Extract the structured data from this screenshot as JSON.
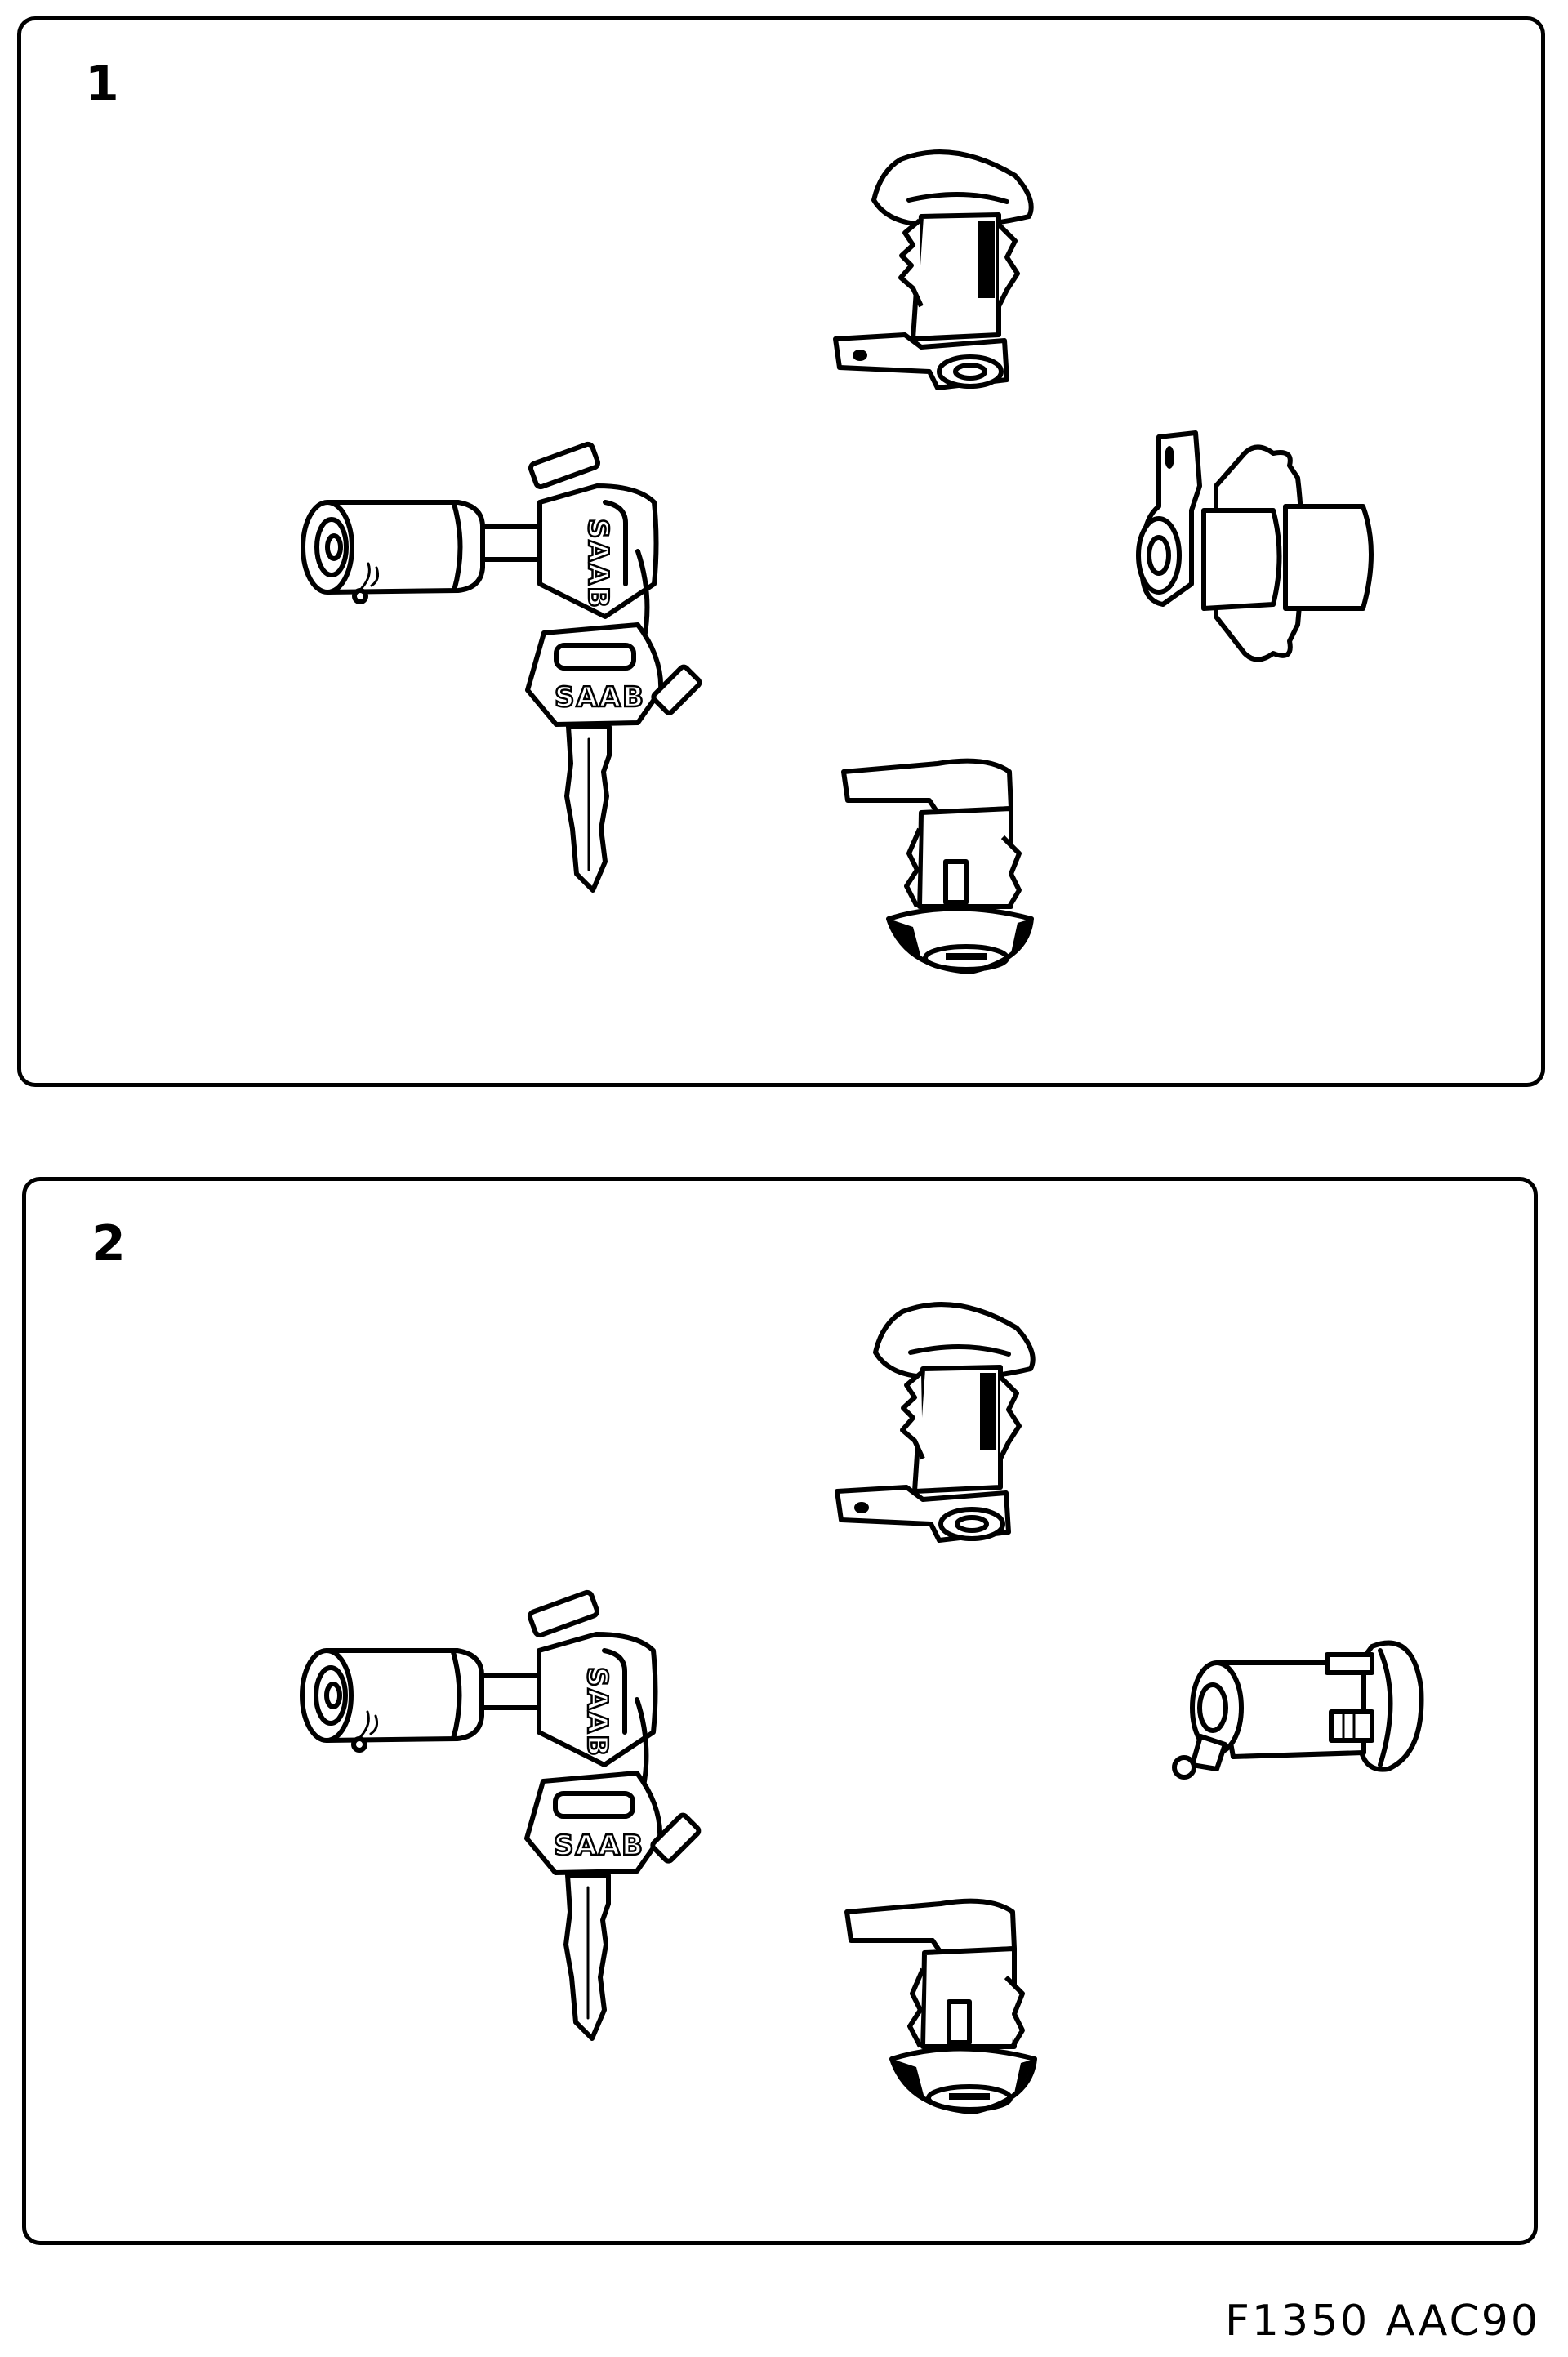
{
  "figure": {
    "code": "F1350 AAC90",
    "panels": [
      {
        "number": "1",
        "parts": [
          {
            "id": "door-lock-cylinder-upper",
            "kind": "door lock cylinder with lever"
          },
          {
            "id": "ignition-lock-with-keys",
            "kind": "ignition lock cylinder with two keys",
            "key_brand": "SAAB"
          },
          {
            "id": "tailgate-lock-cylinder",
            "kind": "lock cylinder with spring clip"
          },
          {
            "id": "door-lock-cylinder-lower",
            "kind": "door lock cylinder with lever"
          }
        ]
      },
      {
        "number": "2",
        "parts": [
          {
            "id": "door-lock-cylinder-upper",
            "kind": "door lock cylinder with lever"
          },
          {
            "id": "ignition-lock-with-keys",
            "kind": "ignition lock cylinder with two keys",
            "key_brand": "SAAB"
          },
          {
            "id": "tailgate-lock-cylinder",
            "kind": "lock cylinder with flange and ball lever"
          },
          {
            "id": "door-lock-cylinder-lower",
            "kind": "door lock cylinder with lever"
          }
        ]
      }
    ]
  },
  "labels": {
    "key_brand": "SAAB"
  }
}
